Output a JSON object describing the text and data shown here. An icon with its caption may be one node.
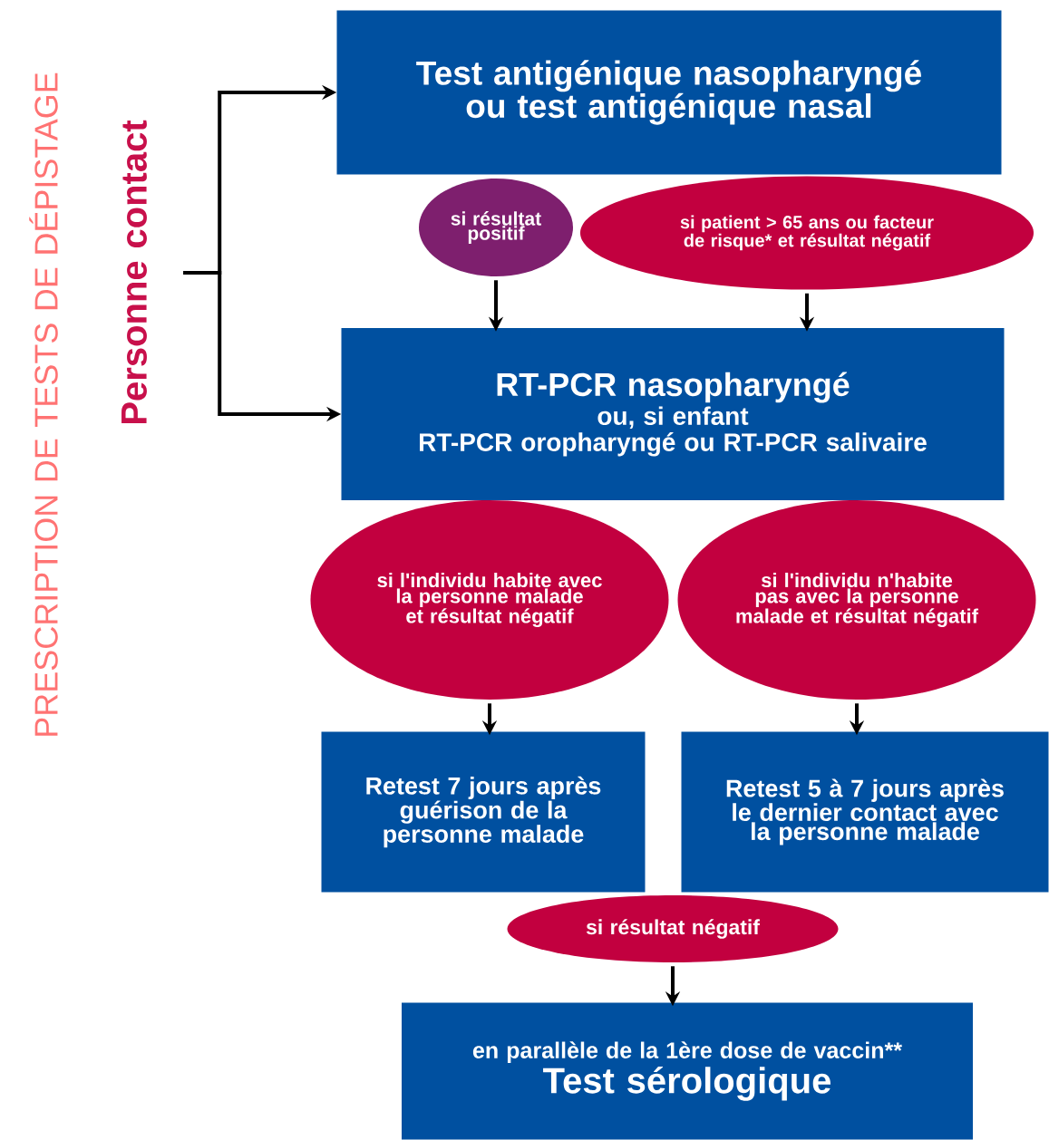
{
  "diagram": {
    "title": "PRESCRIPTION DE TESTS DE DÉPISTAGE",
    "nodes": [
      {
        "text": [
          "Personne contact"
        ]
      },
      {
        "text": [
          "Test antigénique nasopharyngé ou test antigénique nasal"
        ]
      },
      {
        "text": [
          "si résultat positif"
        ]
      },
      {
        "text": [
          "si patient > 65 ans ou facteur de risque* et résultat négatif"
        ]
      },
      {
        "text": [
          "RT-PCR nasopharyngé",
          "ou, si enfant",
          "RT-PCR oropharyngé ou RT-PCR salivaire"
        ]
      },
      {
        "text": [
          "si l'individu habite avec la personne malade et résultat négatif"
        ]
      },
      {
        "text": [
          "si l'individu n'habite pas avec la personne malade et résultat négatif"
        ]
      },
      {
        "text": [
          "Retest 7 jours après guérison de la personne malade"
        ]
      },
      {
        "text": [
          "Retest 5 à 7 jours après le dernier contact avec la personne malade"
        ]
      },
      {
        "text": [
          "si résultat négatif"
        ]
      },
      {
        "text": [
          "en parallèle de la 1ère dose de vaccin**",
          "Test sérologique"
        ]
      }
    ],
    "edges": [
      {
        "from": 0,
        "to": 1,
        "arrow": "to"
      },
      {
        "from": 0,
        "to": 4,
        "arrow": "to"
      },
      {
        "from": 2,
        "to": 4,
        "arrow": "to"
      },
      {
        "from": 3,
        "to": 4,
        "arrow": "to"
      },
      {
        "from": 5,
        "to": 7,
        "arrow": "to"
      },
      {
        "from": 6,
        "to": 8,
        "arrow": "to"
      },
      {
        "from": 9,
        "to": 10,
        "arrow": "to"
      }
    ]
  }
}
